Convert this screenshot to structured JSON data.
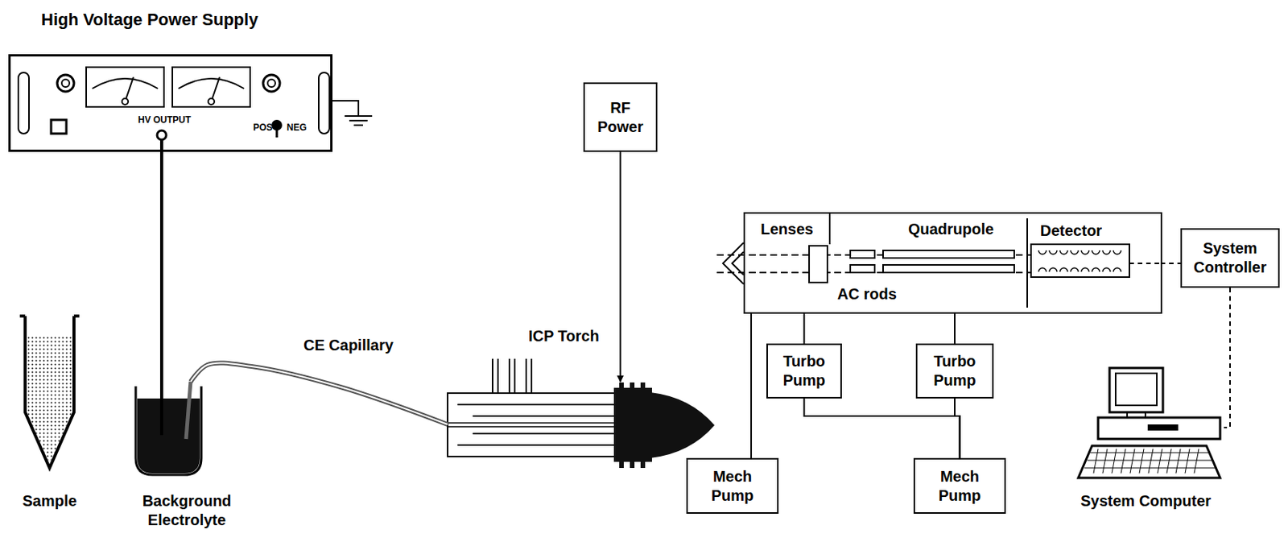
{
  "diagram": {
    "nodes": [
      {
        "text": [
          "High Voltage Power Supply",
          "HV OUTPUT",
          "POS",
          "NEG"
        ]
      },
      {
        "text": [
          "Sample"
        ]
      },
      {
        "text": [
          "Background Electrolyte"
        ]
      },
      {
        "text": [
          "RF Power"
        ]
      },
      {
        "text": [
          "ICP Torch"
        ]
      },
      {
        "text": [
          "AC rods"
        ]
      },
      {
        "text": [
          "Lenses"
        ],
        "in": 5
      },
      {
        "text": [
          "Quadrupole"
        ],
        "in": 5
      },
      {
        "text": [
          "Detector"
        ],
        "in": 5
      },
      {
        "text": [
          "Turbo Pump"
        ]
      },
      {
        "text": [
          "Turbo Pump"
        ]
      },
      {
        "text": [
          "Mech Pump"
        ]
      },
      {
        "text": [
          "Mech Pump"
        ]
      },
      {
        "text": [
          "System Controller"
        ]
      },
      {
        "text": [
          "System Computer"
        ]
      }
    ],
    "edges": [
      {
        "from": 0,
        "to": 2,
        "arrow": "none"
      },
      {
        "from": 2,
        "to": 4,
        "label": "CE Capillary",
        "arrow": "none"
      },
      {
        "from": 3,
        "to": 4,
        "arrow": "to"
      },
      {
        "from": 5,
        "to": 9,
        "arrow": "none"
      },
      {
        "from": 5,
        "to": 10,
        "arrow": "none"
      },
      {
        "from": 5,
        "to": 11,
        "arrow": "none"
      },
      {
        "from": 9,
        "to": 12,
        "arrow": "none"
      },
      {
        "from": 10,
        "to": 12,
        "arrow": "none"
      },
      {
        "from": 8,
        "to": 13,
        "arrow": "none"
      },
      {
        "from": 13,
        "to": 14,
        "arrow": "none"
      }
    ]
  }
}
